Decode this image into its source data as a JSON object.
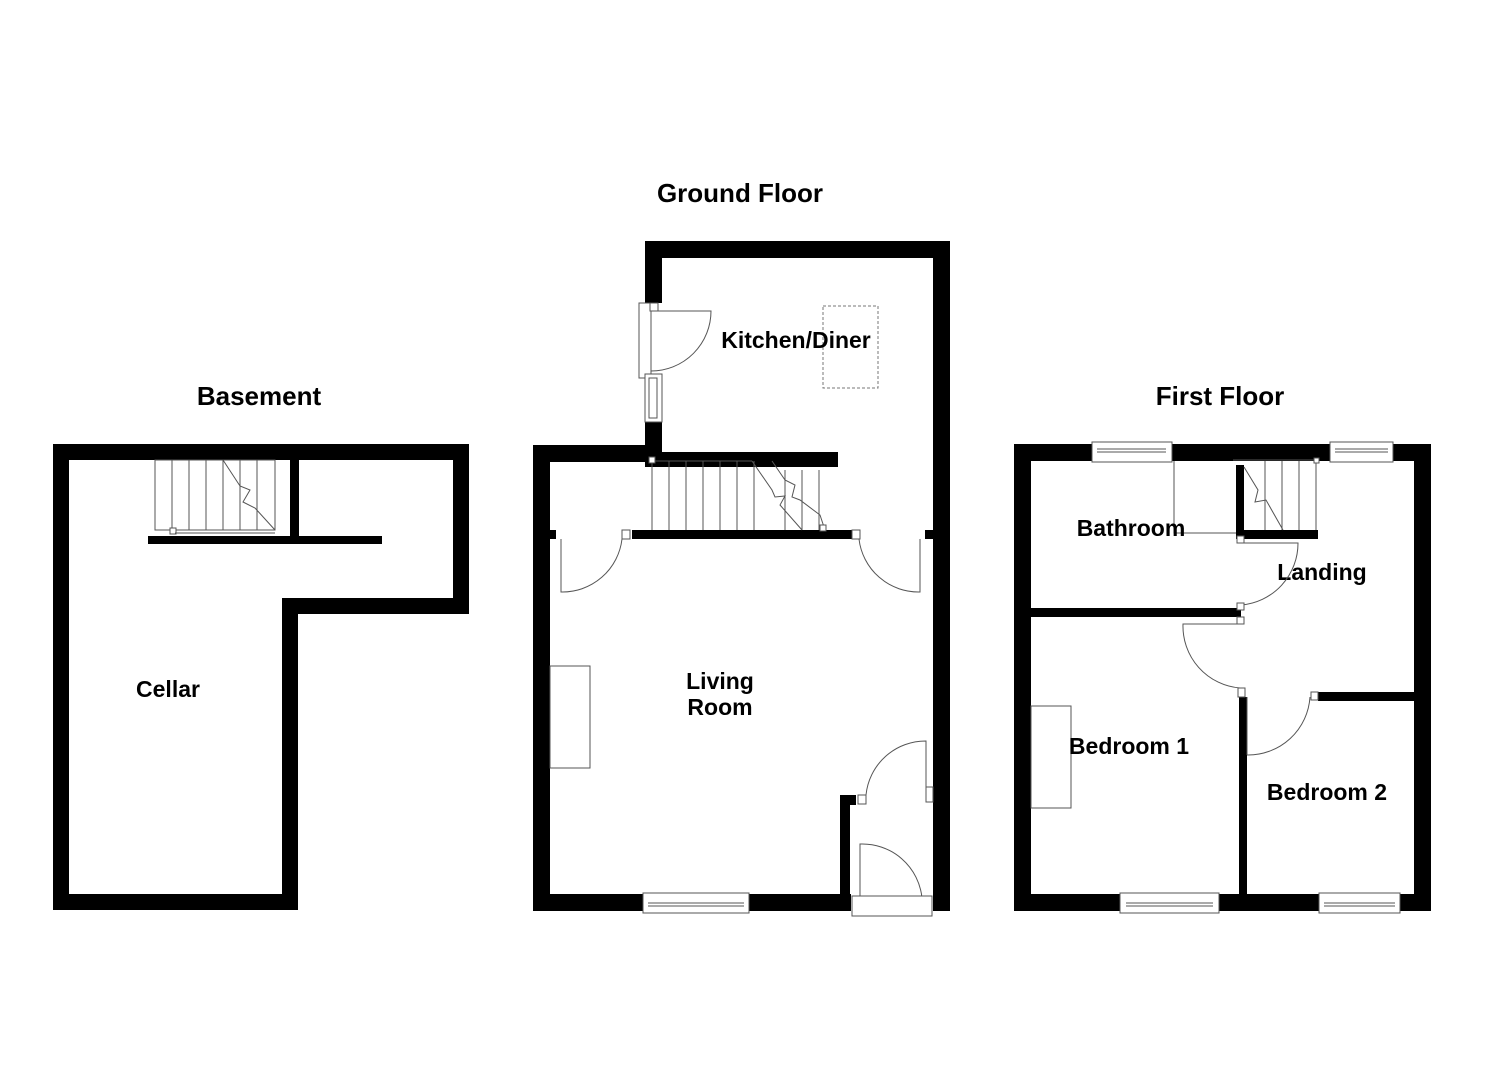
{
  "floors": [
    {
      "id": "basement",
      "title": "Basement",
      "rooms": [
        {
          "label": "Cellar"
        }
      ]
    },
    {
      "id": "ground",
      "title": "Ground Floor",
      "rooms": [
        {
          "label": "Kitchen/Diner"
        },
        {
          "label_line1": "Living",
          "label_line2": "Room"
        }
      ]
    },
    {
      "id": "first",
      "title": "First Floor",
      "rooms": [
        {
          "label": "Bathroom"
        },
        {
          "label": "Landing"
        },
        {
          "label": "Bedroom 1"
        },
        {
          "label": "Bedroom 2"
        }
      ]
    }
  ],
  "colors": {
    "wall": "#000000",
    "background": "#ffffff",
    "fixture_line": "#555555"
  }
}
